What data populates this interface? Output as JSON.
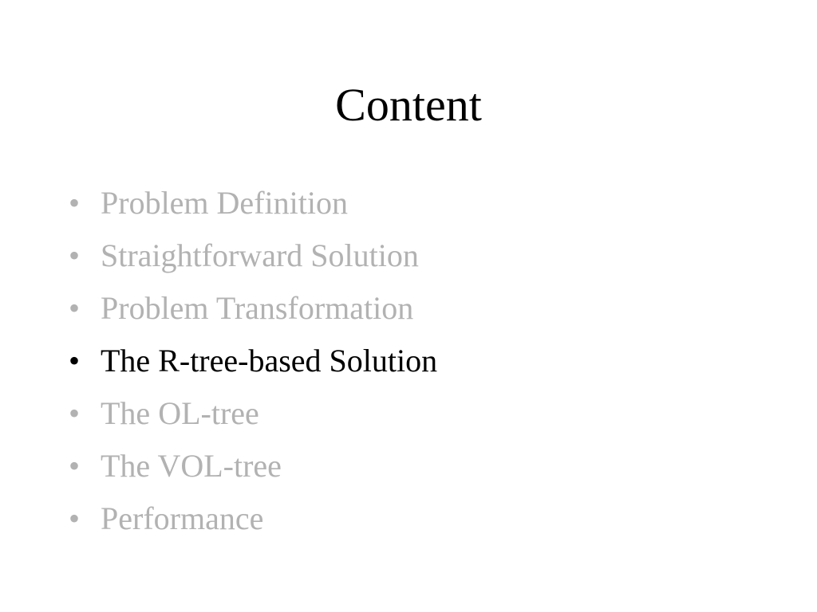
{
  "slide": {
    "title": "Content",
    "bullet_glyph": "•",
    "items": [
      {
        "label": "Problem Definition",
        "active": false
      },
      {
        "label": "Straightforward Solution",
        "active": false
      },
      {
        "label": "Problem Transformation",
        "active": false
      },
      {
        "label": "The R-tree-based Solution",
        "active": true
      },
      {
        "label": "The OL-tree",
        "active": false
      },
      {
        "label": "The VOL-tree",
        "active": false
      },
      {
        "label": "Performance",
        "active": false
      }
    ]
  },
  "colors": {
    "background": "#ffffff",
    "active_text": "#000000",
    "dimmed_text": "#b2b2b2"
  }
}
